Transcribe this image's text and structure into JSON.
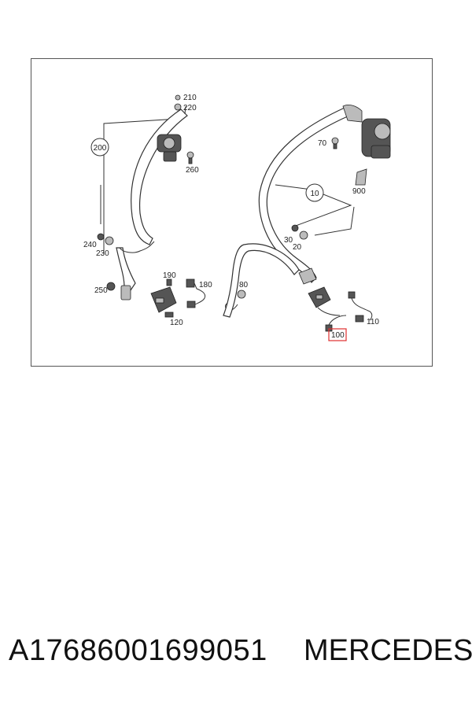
{
  "diagram": {
    "callouts": {
      "c10": "10",
      "c20": "20",
      "c30": "30",
      "c70": "70",
      "c80": "80",
      "c100": "100",
      "c110": "110",
      "c120": "120",
      "c180": "180",
      "c190": "190",
      "c200": "200",
      "c210": "210",
      "c220": "220",
      "c230": "230",
      "c240": "240",
      "c250": "250",
      "c260": "260",
      "c900": "900"
    },
    "highlight_color": "#e03030"
  },
  "footer": {
    "part_number": "A17686001699051",
    "brand": "MERCEDES"
  }
}
